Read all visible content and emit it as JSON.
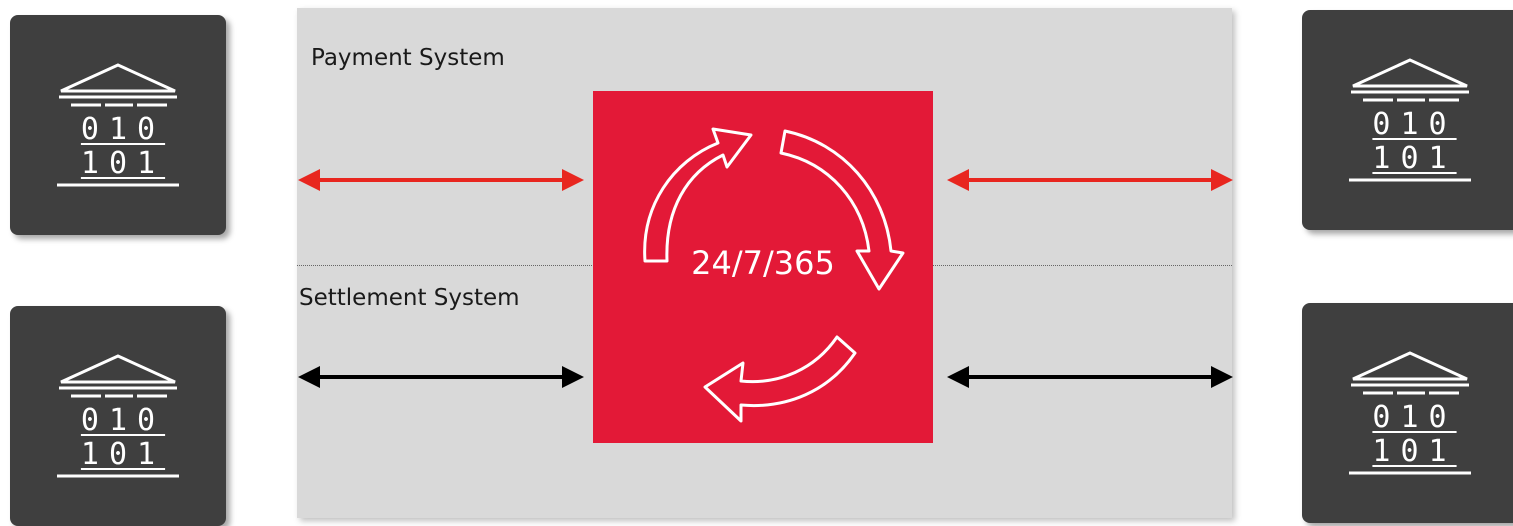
{
  "diagram": {
    "labels": {
      "payment_system": "Payment System",
      "settlement_system": "Settlement System",
      "hub_text": "24/7/365"
    },
    "bank_icon": {
      "name": "bank-binary-icon",
      "digit_row_1": "010",
      "digit_row_2": "101"
    },
    "colors": {
      "payment_arrow": "#e8261f",
      "settlement_arrow": "#000000",
      "hub": "#e31937",
      "bank_tile": "#3f3f3f",
      "panel": "#d9d9d9"
    }
  }
}
